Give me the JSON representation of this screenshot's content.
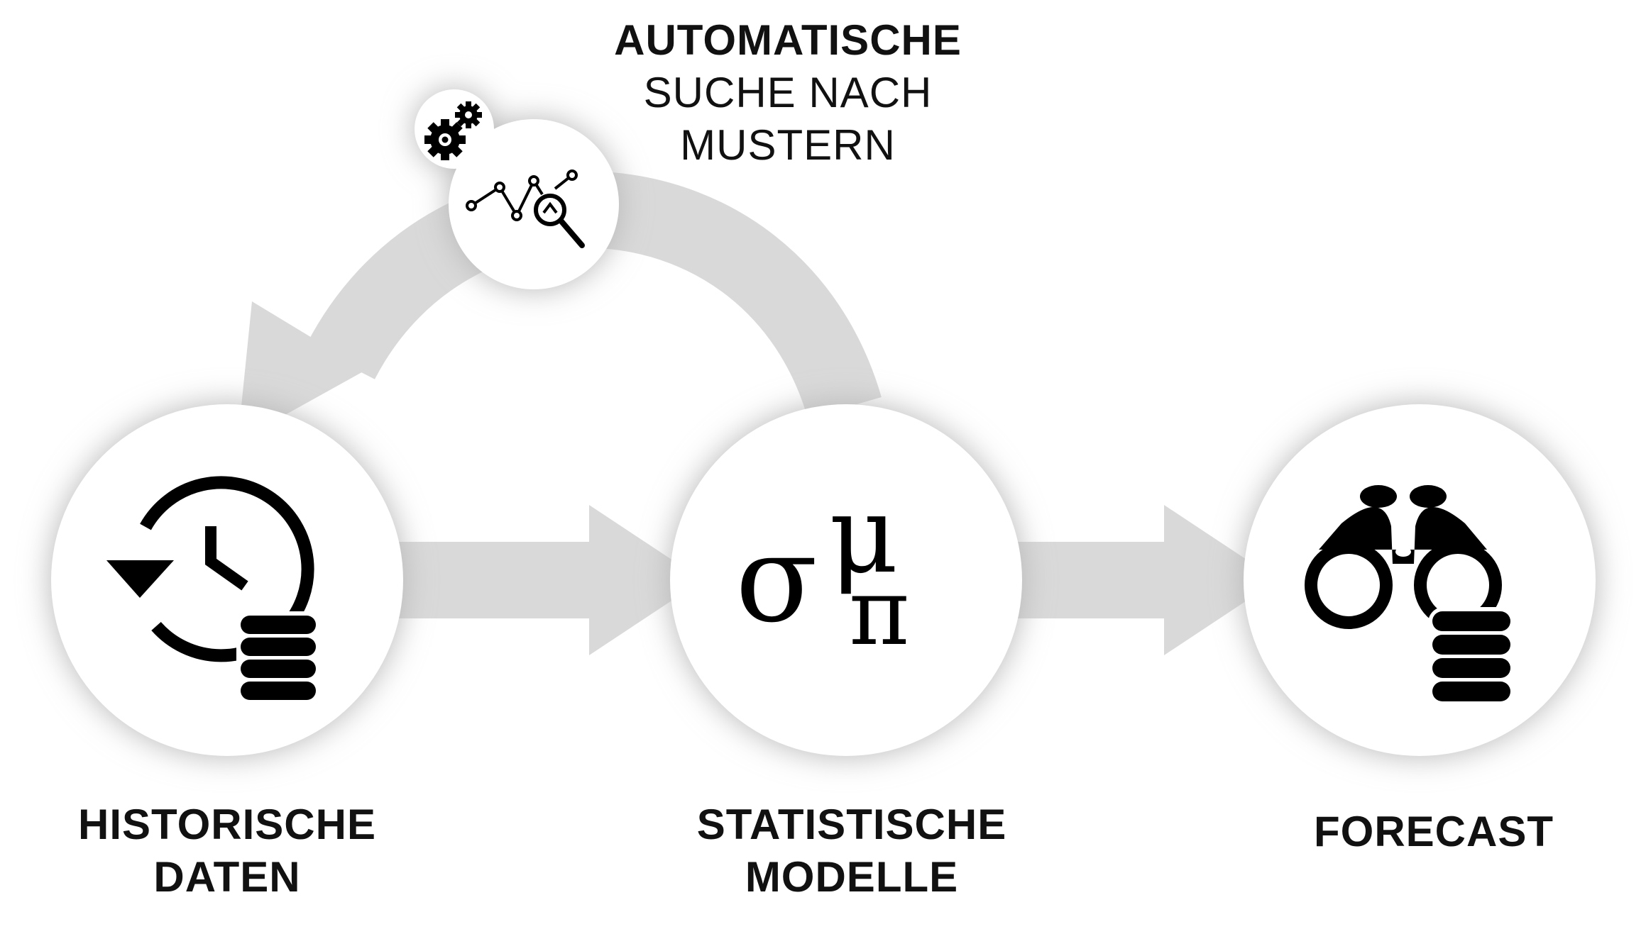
{
  "title": {
    "bold_line": "AUTOMATISCHE",
    "line2": "SUCHE NACH",
    "line3": "MUSTERN"
  },
  "nodes": [
    {
      "id": "historical-data",
      "line1": "HISTORISCHE",
      "line2": "DATEN",
      "icon": "history-database-icon"
    },
    {
      "id": "statistical-models",
      "line1": "STATISTISCHE",
      "line2": "MODELLE",
      "icon": "sigma-mu-pi-icon"
    },
    {
      "id": "forecast",
      "line1": "FORECAST",
      "icon": "binoculars-database-icon"
    }
  ],
  "loop_node": {
    "icons": [
      "gears-icon",
      "chart-search-icon"
    ]
  },
  "symbols": {
    "sigma": "σ",
    "mu": "μ",
    "pi": "π"
  },
  "colors": {
    "background": "#ffffff",
    "circle": "#ffffff",
    "arrow": "#d9d9d9",
    "shadow": "#b5b5b5",
    "icon": "#000000",
    "text": "#111111"
  }
}
